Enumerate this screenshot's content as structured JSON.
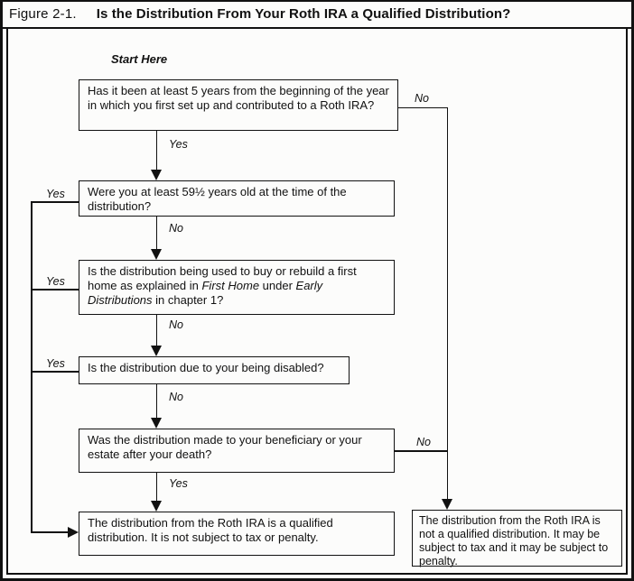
{
  "figure": {
    "label": "Figure 2-1.",
    "title": "Is the Distribution From Your Roth IRA a Qualified Distribution?"
  },
  "flow": {
    "start": "Start Here",
    "yes": "Yes",
    "no": "No",
    "q1": "Has it been at least 5 years from the beginning of the year in which you first set up and contributed to a Roth IRA?",
    "q2": "Were you at least 59½ years old at the time of the distribution?",
    "q3": {
      "p1": "Is the distribution being used to buy or rebuild a first home as explained in ",
      "em1": "First Home",
      "p2": " under ",
      "em2": "Early Distributions",
      "p3": " in chapter 1?"
    },
    "q4": "Is the distribution due to your being disabled?",
    "q5": "Was the distribution made to your beneficiary or your estate after your death?",
    "result_qualified": "The distribution from the Roth IRA is a qualified distribution. It is not subject to tax or penalty.",
    "result_not_qualified": "The distribution from the Roth IRA is not a qualified distribution. It may be subject to tax and it may be subject to penalty."
  }
}
